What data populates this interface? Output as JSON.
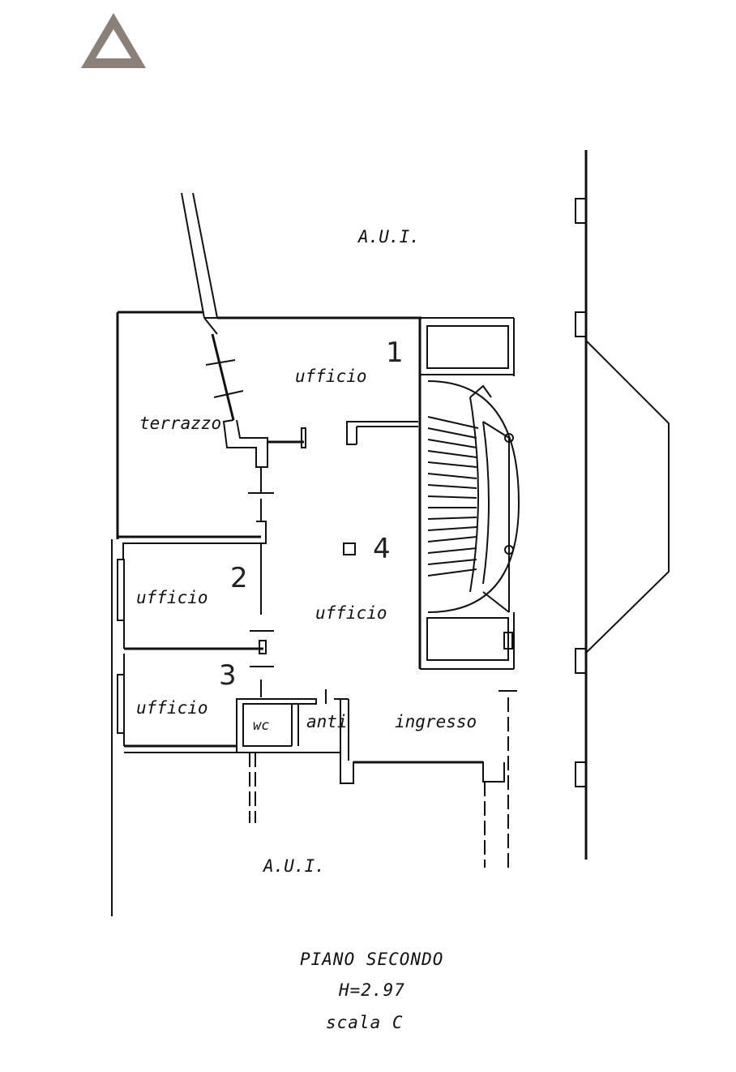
{
  "labels": {
    "aui_top": "A.U.I.",
    "aui_bottom": "A.U.I.",
    "terrazzo": "terrazzo",
    "ufficio_1": "ufficio",
    "ufficio_2": "ufficio",
    "ufficio_3": "ufficio",
    "ufficio_4": "ufficio",
    "wc": "wc",
    "anti": "anti",
    "ingresso": "ingresso",
    "num_1": "1",
    "num_2": "2",
    "num_3": "3",
    "num_4": "4"
  },
  "caption": {
    "line1": "PIANO SECONDO",
    "line2": "H=2.97",
    "line3": "scala C"
  },
  "colors": {
    "line": "#111111",
    "logo": "#8a8078"
  }
}
